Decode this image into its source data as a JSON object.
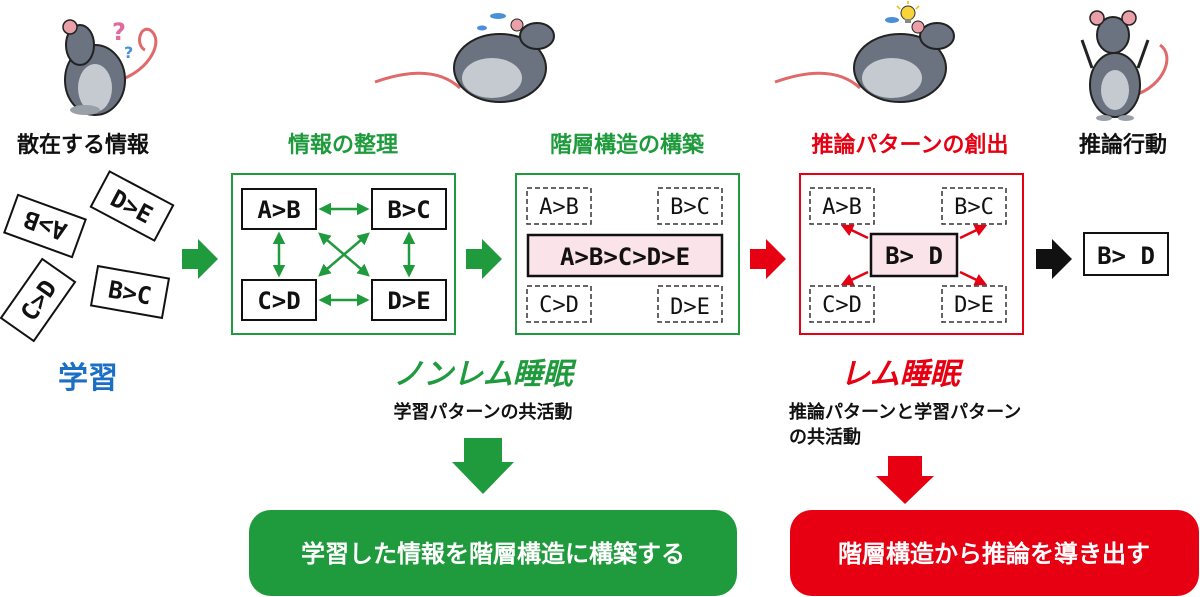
{
  "colors": {
    "green": "#1f9a3c",
    "red": "#e60012",
    "blue": "#1b6fc4",
    "pink": "#fbe3ea",
    "black": "#111111"
  },
  "stages": {
    "scattered": "散在する情報",
    "organize": "情報の整理",
    "hierarchy": "階層構造の構築",
    "create": "推論パターンの創出",
    "action": "推論行動"
  },
  "learning_label": "学習",
  "cards": {
    "ab": "A>B",
    "bc": "B>C",
    "cd": "C>D",
    "de": "D>E",
    "chain": "A>B>C>D>E",
    "bd": "B> D"
  },
  "nonrem": {
    "title": "ノンレム睡眠",
    "sub": "学習パターンの共活動",
    "result": "学習した情報を階層構造に構築する"
  },
  "rem": {
    "title": "レム睡眠",
    "sub_line1": "推論パターンと学習パターン",
    "sub_line2": "の共活動",
    "result": "階層構造から推論を導き出す"
  },
  "icons": [
    "question-mark-icon",
    "lightbulb-icon",
    "arrow-right-icon",
    "arrow-down-icon"
  ]
}
